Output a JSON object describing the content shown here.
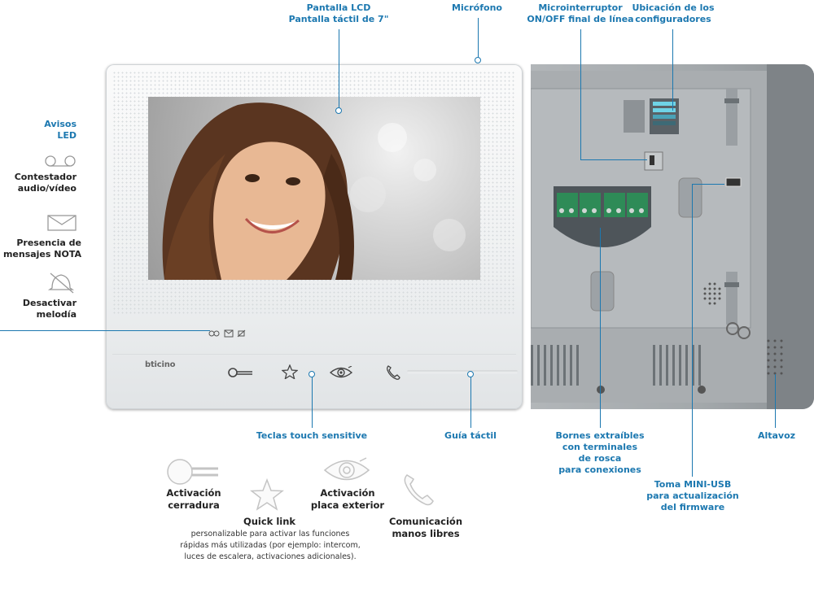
{
  "callouts": {
    "lcd": [
      "Pantalla LCD",
      "Pantalla táctil de 7\""
    ],
    "mic": [
      "Micrófono"
    ],
    "switch": [
      "Microinterruptor",
      "ON/OFF final de línea"
    ],
    "configurators": [
      "Ubicación de los",
      "configuradores"
    ],
    "touch_keys": [
      "Teclas touch sensitive"
    ],
    "tactile_guide": [
      "Guía táctil"
    ],
    "terminals": [
      "Bornes extraíbles",
      "con terminales",
      "de rosca",
      "para conexiones"
    ],
    "speaker": [
      "Altavoz"
    ],
    "usb": [
      "Toma MINI-USB",
      "para actualización",
      "del firmware"
    ]
  },
  "led_panel": {
    "title": [
      "Avisos",
      "LED"
    ],
    "items": [
      {
        "icon": "voicemail-icon",
        "label": [
          "Contestador",
          "audio/vídeo"
        ]
      },
      {
        "icon": "envelope-icon",
        "label": [
          "Presencia de",
          "mensajes NOTA"
        ]
      },
      {
        "icon": "bell-muted-icon",
        "label": [
          "Desactivar",
          "melodía"
        ]
      }
    ]
  },
  "device": {
    "brand": "bticino"
  },
  "features": {
    "lock": {
      "icon": "key-icon",
      "label": [
        "Activación",
        "cerradura"
      ]
    },
    "quick_link": {
      "icon": "star-icon",
      "label": "Quick link",
      "desc": [
        "personalizable para activar las funciones",
        "rápidas más utilizadas (por ejemplo: intercom,",
        "luces de escalera, activaciones adicionales)."
      ]
    },
    "panel": {
      "icon": "eye-icon",
      "label": [
        "Activación",
        "placa exterior"
      ]
    },
    "handsfree": {
      "icon": "handset-icon",
      "label": [
        "Comunicación",
        "manos libres"
      ]
    }
  },
  "colors": {
    "accent": "#1c78b0",
    "device_white": "#f4f5f6",
    "back_grey": "#9ea3a6"
  }
}
